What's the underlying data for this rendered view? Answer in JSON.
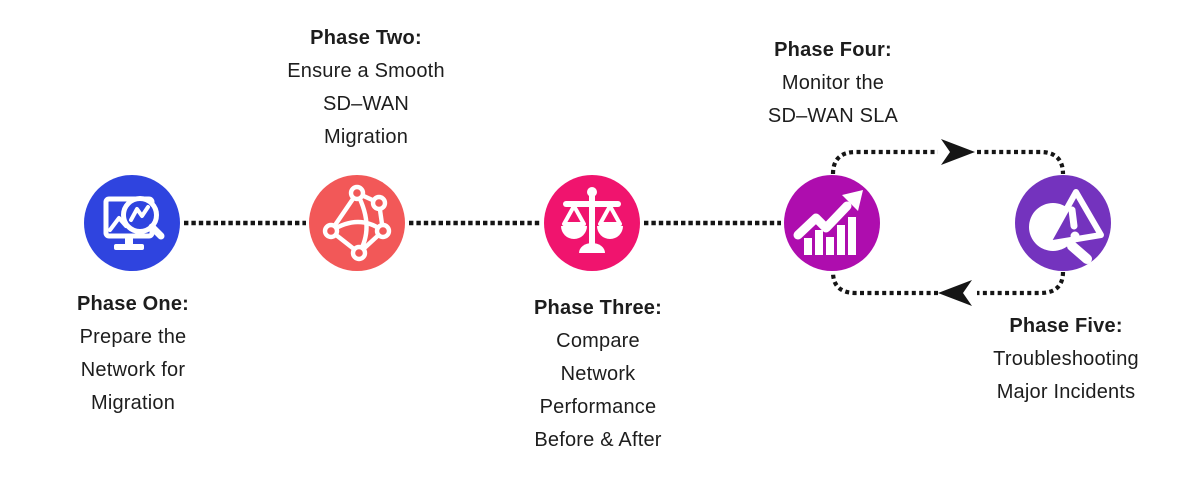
{
  "diagram": {
    "background": "#ffffff",
    "text_color": "#1d1d1d",
    "connector_color": "#151515",
    "icon_color": "#ffffff"
  },
  "phases": [
    {
      "title": "Phase One:",
      "lines": [
        "Prepare the",
        "Network for",
        "Migration"
      ],
      "icon": "monitor-search-icon",
      "color": "#2f44df",
      "label_position": "below"
    },
    {
      "title": "Phase Two:",
      "lines": [
        "Ensure a Smooth",
        "SD–WAN",
        "Migration"
      ],
      "icon": "network-graph-icon",
      "color": "#f25858",
      "label_position": "above"
    },
    {
      "title": "Phase Three:",
      "lines": [
        "Compare",
        "Network",
        "Performance",
        "Before & After"
      ],
      "icon": "balance-scale-icon",
      "color": "#f0146e",
      "label_position": "below"
    },
    {
      "title": "Phase Four:",
      "lines": [
        "Monitor the",
        "SD–WAN SLA"
      ],
      "icon": "trend-chart-icon",
      "color": "#ae0dae",
      "label_position": "above"
    },
    {
      "title": "Phase Five:",
      "lines": [
        "Troubleshooting",
        "Major Incidents"
      ],
      "icon": "alert-search-icon",
      "color": "#7433be",
      "label_position": "below"
    }
  ],
  "loop": {
    "between": "Phase Four and Phase Five",
    "direction": "bidirectional"
  }
}
